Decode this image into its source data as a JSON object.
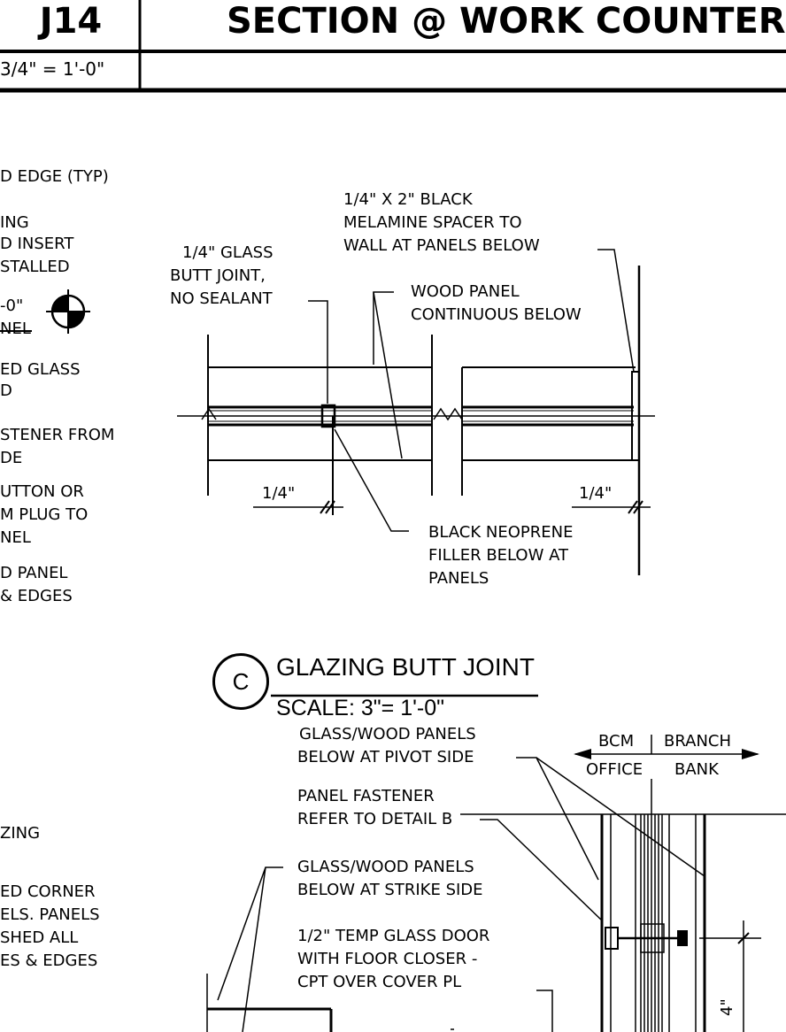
{
  "title_block": {
    "sheet_id": "J14",
    "title": "SECTION @ WORK COUNTER",
    "scale": "3/4\" = 1'-0\""
  },
  "left_notes": [
    "D EDGE (TYP)",
    "ING",
    "D INSERT",
    "STALLED",
    "-0\"",
    "NEL",
    "ED GLASS",
    "D",
    "STENER FROM",
    "DE",
    "UTTON OR",
    "M PLUG TO",
    "NEL",
    "D PANEL",
    "& EDGES",
    "ZING",
    "ED CORNER",
    "ELS.  PANELS",
    "SHED ALL",
    "ES & EDGES"
  ],
  "detail_c": {
    "label": "C",
    "title": "GLAZING BUTT JOINT",
    "scale": "SCALE: 3\"= 1'-0\"",
    "notes": {
      "spacer": [
        "1/4\" X 2\" BLACK",
        "MELAMINE SPACER TO",
        "WALL AT PANELS BELOW"
      ],
      "glass_joint": [
        "1/4\" GLASS",
        "BUTT JOINT,",
        "NO SEALANT"
      ],
      "wood_panel": [
        "WOOD PANEL",
        "CONTINUOUS BELOW"
      ],
      "neoprene": [
        "BLACK NEOPRENE",
        "FILLER BELOW AT",
        "PANELS"
      ],
      "dim_left": "1/4\"",
      "dim_right": "1/4\""
    }
  },
  "lower_detail": {
    "notes": {
      "pivot": [
        "GLASS/WOOD PANELS",
        "BELOW AT PIVOT SIDE"
      ],
      "fastener": [
        "PANEL FASTENER",
        "REFER TO DETAIL B"
      ],
      "strike": [
        "GLASS/WOOD PANELS",
        "BELOW AT STRIKE SIDE"
      ],
      "door": [
        "1/2\" TEMP GLASS DOOR",
        "WITH FLOOR CLOSER -",
        "CPT OVER COVER PL"
      ],
      "bcm": "BCM",
      "office": "OFFICE",
      "branch": "BRANCH",
      "bank": "BANK",
      "dim_partial": "4\""
    }
  }
}
